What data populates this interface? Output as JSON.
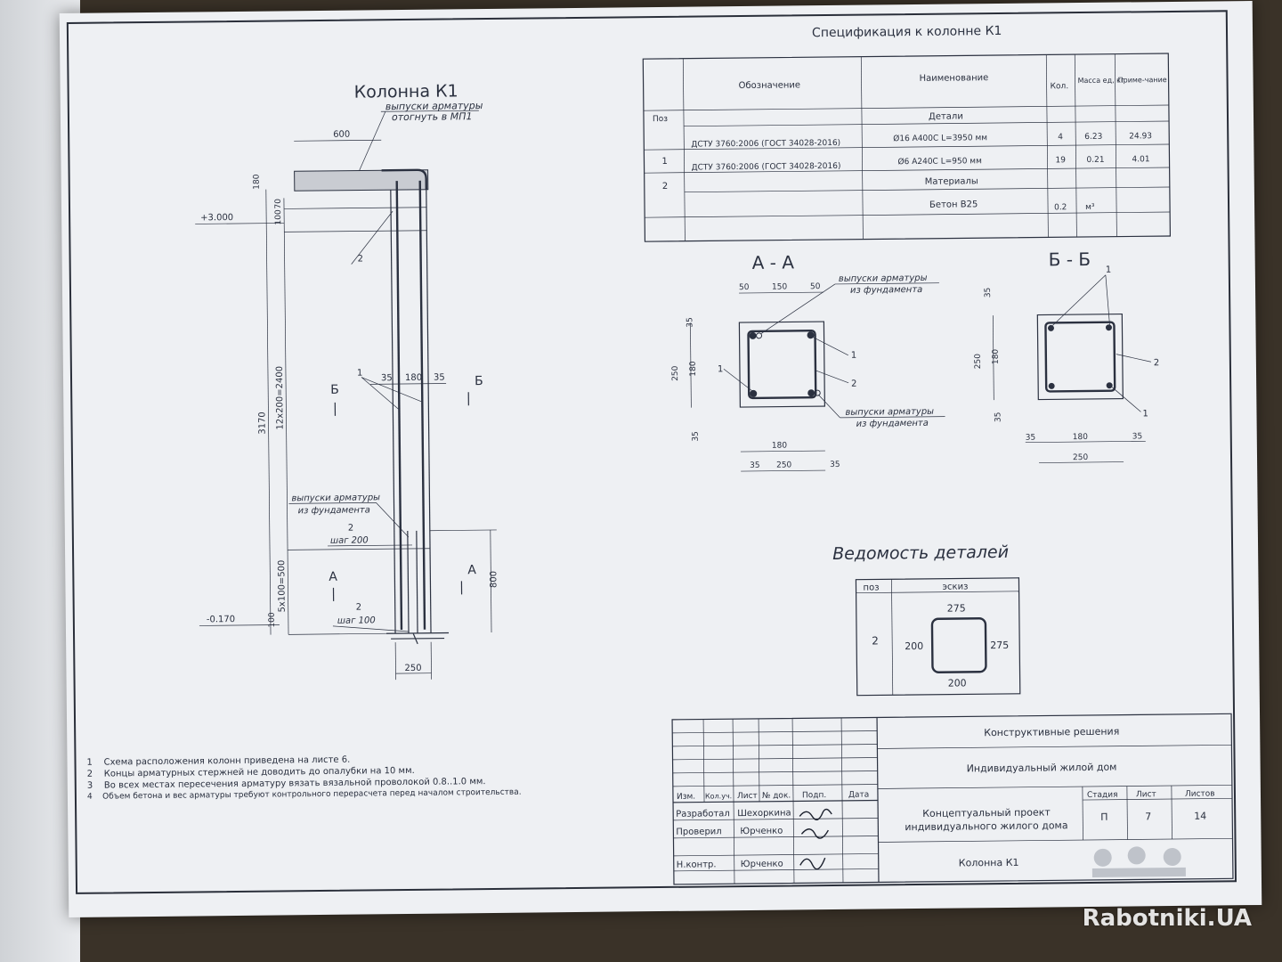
{
  "column": {
    "title": "Колонна К1",
    "callout_top": [
      "выпуски арматуры",
      "отогнуть в МП1"
    ],
    "callout_mid": [
      "выпуски арматуры",
      "из фундамента"
    ],
    "level_top": "+3.000",
    "level_bottom": "-0.170",
    "dims": {
      "d600": "600",
      "d180": "180",
      "d100": "100",
      "d70": "70",
      "d3170": "3170",
      "d12x200": "12x200=2400",
      "d5x100": "5x100=500",
      "d100b": "100",
      "d35a": "35",
      "d180b": "180",
      "d35b": "35",
      "d800": "800",
      "d250": "250"
    },
    "labels": {
      "pos1": "1",
      "pos2a": "2",
      "pos2b": "2",
      "pos2c": "2",
      "step200": "шаг 200",
      "step100": "шаг 100",
      "secB1": "Б",
      "secB2": "Б",
      "secA1": "А",
      "secA2": "А"
    }
  },
  "spec": {
    "title": "Спецификация к колонне К1",
    "headers": [
      "Поз",
      "Обозначение",
      "Наименование",
      "Кол.",
      "Масса ед, кг",
      "Приме-чание"
    ],
    "group1": "Детали",
    "rows": [
      {
        "pos": "1",
        "code": "ДСТУ 3760:2006 (ГОСТ 34028-2016)",
        "name": "Ø16 А400С L=3950 мм",
        "qty": "4",
        "mass": "6.23",
        "note": "24.93"
      },
      {
        "pos": "2",
        "code": "ДСТУ 3760:2006 (ГОСТ 34028-2016)",
        "name": "Ø6 А240С L=950 мм",
        "qty": "19",
        "mass": "0.21",
        "note": "4.01"
      }
    ],
    "group2": "Материалы",
    "material": {
      "name": "Бетон В25",
      "qty": "0.2",
      "unit": "м³"
    }
  },
  "sectionA": {
    "title": "А - А",
    "callout1": [
      "выпуски арматуры",
      "из фундамента"
    ],
    "callout2": [
      "выпуски арматуры",
      "из фундамента"
    ],
    "dims": {
      "t50a": "50",
      "t150": "150",
      "t50b": "50",
      "l35a": "35",
      "l250": "250",
      "l180": "180",
      "l35b": "35",
      "b180": "180",
      "b35a": "35",
      "b250": "250",
      "b35b": "35"
    },
    "labels": {
      "p1": "1",
      "p2": "2",
      "p1b": "1"
    }
  },
  "sectionB": {
    "title": "Б - Б",
    "dims": {
      "l35a": "35",
      "l250": "250",
      "l180": "180",
      "l35b": "35",
      "b35a": "35",
      "b180": "180",
      "b35b": "35",
      "b250": "250"
    },
    "labels": {
      "p1a": "1",
      "p2": "2",
      "p1b": "1"
    }
  },
  "schedule": {
    "title": "Ведомость деталей",
    "h_pos": "поз",
    "h_sketch": "эскиз",
    "pos": "2",
    "top": "275",
    "left": "200",
    "right": "275",
    "bottom": "200"
  },
  "stamp": {
    "section": "Конструктивные решения",
    "object": "Индивидуальный жилой дом",
    "project": [
      "Концептуальный проект",
      "индивидуального жилого дома"
    ],
    "sheet_name": "Колонна К1",
    "cols": [
      "Изм.",
      "Кол.уч.",
      "Лист",
      "№ док.",
      "Подп.",
      "Дата"
    ],
    "people": [
      {
        "role": "Разработал",
        "name": "Шехоркина"
      },
      {
        "role": "Проверил",
        "name": "Юрченко"
      },
      {
        "role": "Н.контр.",
        "name": "Юрченко"
      }
    ],
    "stage_h": "Стадия",
    "sheet_h": "Лист",
    "sheets_h": "Листов",
    "stage": "П",
    "sheet": "7",
    "sheets": "14"
  },
  "notes": [
    "Схема расположения колонн приведена на листе 6.",
    "Концы арматурных стержней не доводить до опалубки на 10 мм.",
    "Во всех местах пересечения арматуру вязать вязальной проволокой 0.8..1.0 мм.",
    "Объем бетона и вес арматуры требуют контрольного перерасчета перед началом строительства."
  ],
  "note_numbers": [
    "1",
    "2",
    "3",
    "4"
  ],
  "watermark": "Rabotniki.UA"
}
